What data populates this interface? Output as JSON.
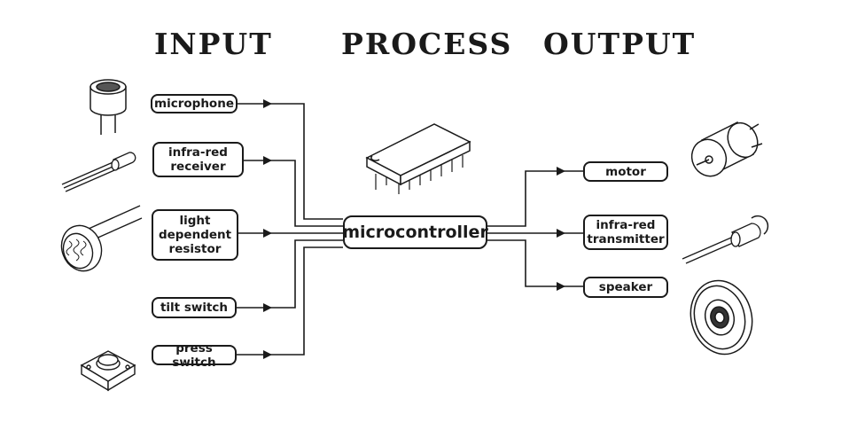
{
  "headings": {
    "input": "INPUT",
    "process": "PROCESS",
    "output": "OUTPUT"
  },
  "inputs": [
    {
      "label": "microphone",
      "icon": "microphone-icon"
    },
    {
      "label": "infra-red\nreceiver",
      "icon": "infrared-receiver-icon"
    },
    {
      "label": "light\ndependent\nresistor",
      "icon": "light-dependent-resistor-icon"
    },
    {
      "label": "tilt switch",
      "icon": "tilt-switch-icon"
    },
    {
      "label": "press switch",
      "icon": "press-switch-icon"
    }
  ],
  "process": {
    "label": "microcontroller",
    "icon": "microchip-icon"
  },
  "outputs": [
    {
      "label": "motor",
      "icon": "motor-icon"
    },
    {
      "label": "infra-red\ntransmitter",
      "icon": "infrared-led-icon"
    },
    {
      "label": "speaker",
      "icon": "speaker-icon"
    }
  ],
  "colors": {
    "ink": "#1a1a1a",
    "background": "#ffffff"
  }
}
